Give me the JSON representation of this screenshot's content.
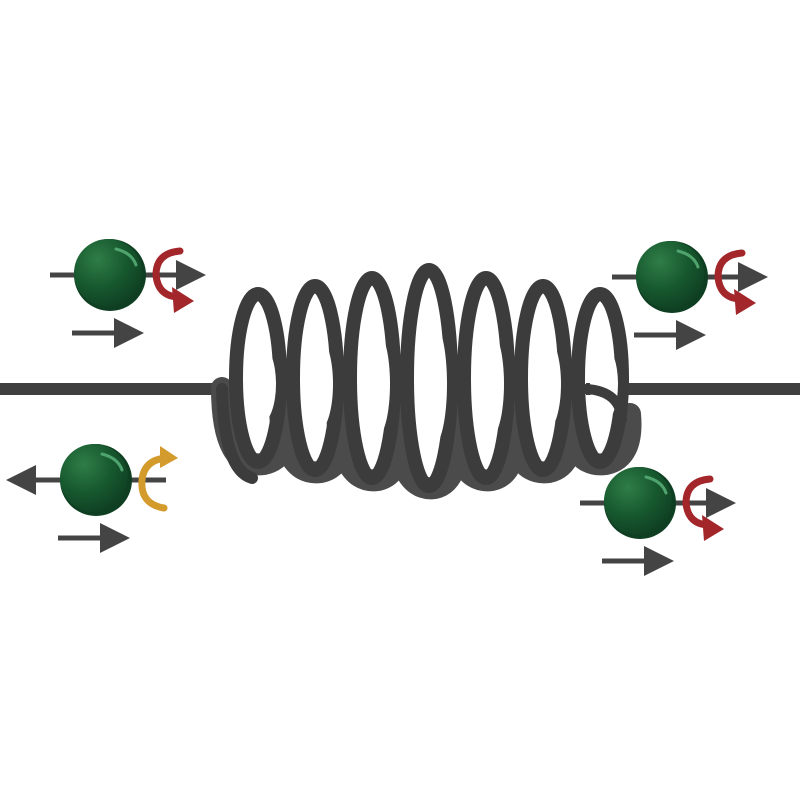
{
  "colors": {
    "background": "#ffffff",
    "wire": "#3f3f3f",
    "coil_front": "#3c3c3c",
    "coil_back": "#4b4b4b",
    "particle_fill": "#17592f",
    "particle_shadow": "#0f3f22",
    "particle_highlight": "#4fa36d",
    "spin_red": "#a3262b",
    "spin_orange": "#d39a2c",
    "arrow": "#444444"
  },
  "particles": [
    {
      "label": "",
      "side": "input",
      "position": "upper-left",
      "spin_axis": "right",
      "spin_icon": "red-rotation-arrow",
      "motion": "right"
    },
    {
      "label": "",
      "side": "input",
      "position": "lower-left",
      "spin_axis": "left",
      "spin_icon": "orange-rotation-arrow",
      "motion": "right"
    },
    {
      "label": "",
      "side": "output",
      "position": "upper-right",
      "spin_axis": "right",
      "spin_icon": "red-rotation-arrow",
      "motion": "right"
    },
    {
      "label": "",
      "side": "output",
      "position": "lower-right",
      "spin_axis": "right",
      "spin_icon": "red-rotation-arrow",
      "motion": "right"
    }
  ],
  "coil": {
    "turns": 7
  }
}
